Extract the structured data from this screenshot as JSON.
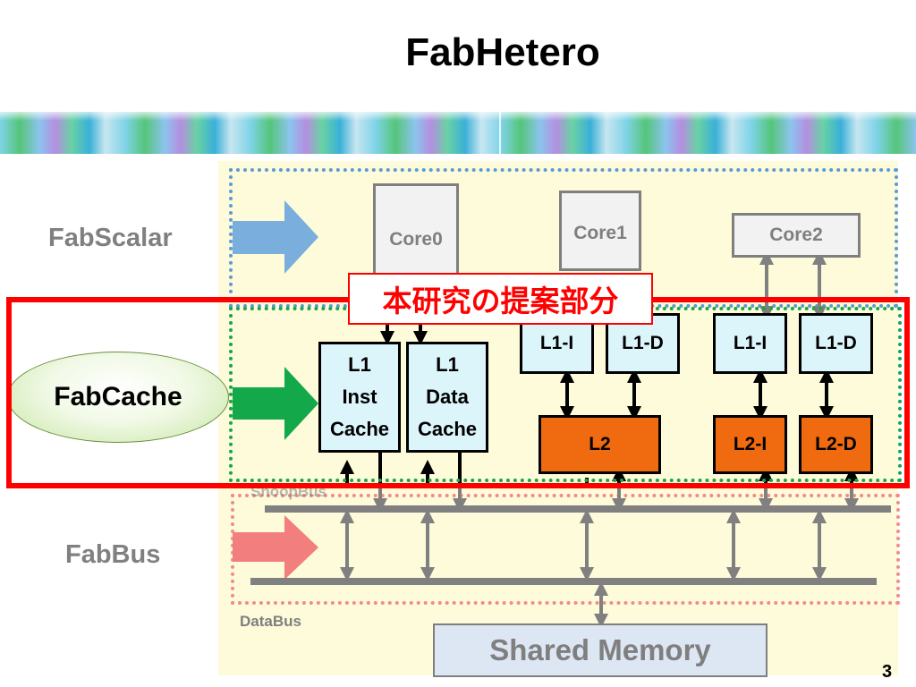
{
  "slide": {
    "title": "FabHetero",
    "page_number": "3"
  },
  "left_labels": {
    "fabscalar": "FabScalar",
    "fabcache": "FabCache",
    "fabbus": "FabBus"
  },
  "cores": [
    "Core0",
    "Core1",
    "Core2"
  ],
  "caches": {
    "l1_inst_lines": [
      "L1",
      "Inst",
      "Cache"
    ],
    "l1_data_lines": [
      "L1",
      "Data",
      "Cache"
    ],
    "core1_l1i": "L1-I",
    "core1_l1d": "L1-D",
    "core1_l2": "L2",
    "core2_l1i": "L1-I",
    "core2_l1d": "L1-D",
    "core2_l2i": "L2-I",
    "core2_l2d": "L2-D"
  },
  "callout": "本研究の提案部分",
  "bus": {
    "snoop_bus": "SnoopBus",
    "data_bus": "DataBus"
  },
  "memory": "Shared Memory",
  "colors": {
    "arrow_fabscalar": "#7aaedc",
    "arrow_fabcache": "#13a84a",
    "arrow_fabbus": "#f37e7e",
    "highlight_frame": "#ff0000",
    "l2_fill": "#f06a10",
    "l1_fill": "#dcf5fb",
    "panel_fill": "#fdfbd9"
  }
}
